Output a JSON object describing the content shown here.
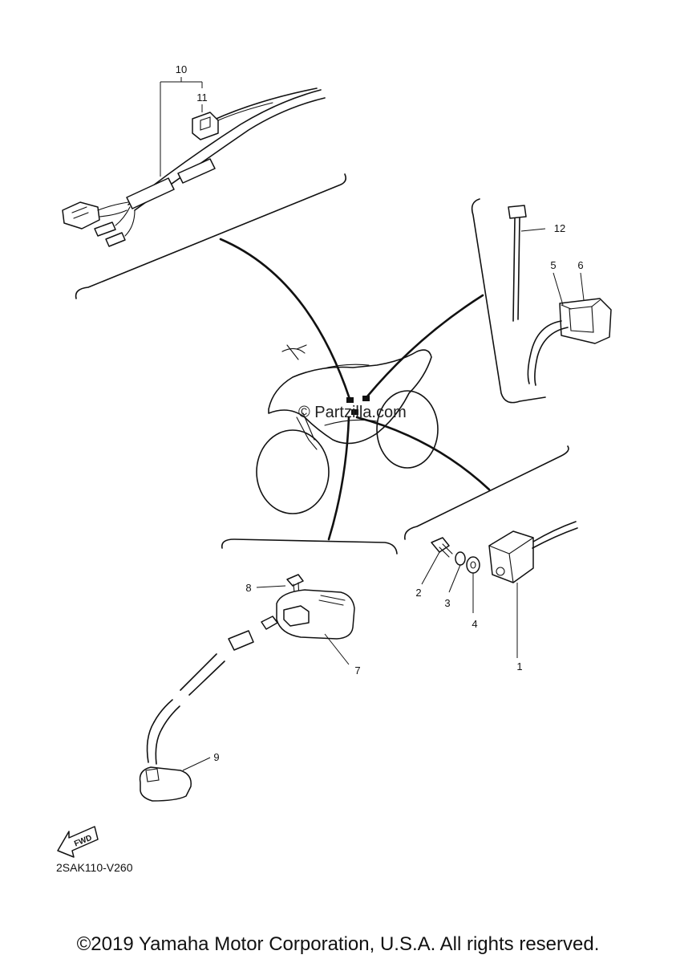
{
  "callouts": {
    "c1": "1",
    "c2": "2",
    "c3": "3",
    "c4": "4",
    "c5": "5",
    "c6": "6",
    "c7": "7",
    "c8": "8",
    "c9": "9",
    "c10": "10",
    "c11": "11",
    "c12": "12"
  },
  "watermark": "© Partzilla.com",
  "fwd_label": "FWD",
  "diagram_code": "2SAK110-V260",
  "copyright": "©2019 Yamaha Motor Corporation, U.S.A. All rights reserved."
}
